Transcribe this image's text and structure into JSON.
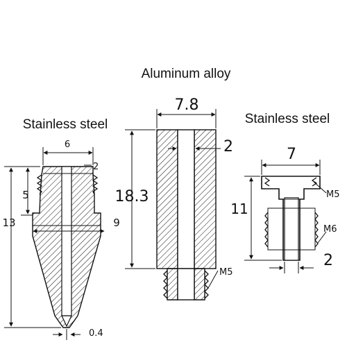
{
  "labels": {
    "center_title": "Aluminum alloy",
    "left_title": "Stainless steel",
    "right_title": "Stainless steel"
  },
  "left_part": {
    "top_width": "6",
    "wall": "2",
    "thread_len": "5",
    "total_len": "13",
    "hex": "9",
    "tip": "0.4"
  },
  "center_part": {
    "width": "7.8",
    "wall": "2",
    "length": "18.3",
    "thread": "M5"
  },
  "right_part": {
    "width": "7",
    "length": "11",
    "top_thread": "M5",
    "bottom_thread": "M6",
    "bore": "2"
  },
  "colors": {
    "line": "#111111",
    "background": "#ffffff"
  }
}
